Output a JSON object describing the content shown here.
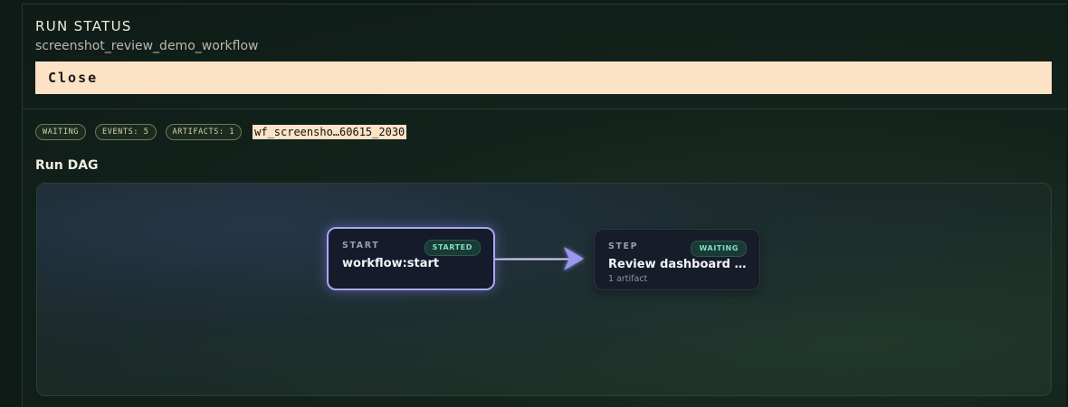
{
  "panel": {
    "title": "RUN STATUS",
    "workflow_name": "screenshot_review_demo_workflow",
    "close_label": "Close"
  },
  "badges": {
    "status": "WAITING",
    "events": "EVENTS: 5",
    "artifacts": "ARTIFACTS: 1",
    "run_id": "wf_screensho…60615_2030"
  },
  "dag": {
    "title": "Run DAG",
    "nodes": [
      {
        "kind": "START",
        "label": "workflow:start",
        "status": "STARTED",
        "meta": ""
      },
      {
        "kind": "STEP",
        "label": "Review dashboard scre...",
        "status": "WAITING",
        "meta": "1 artifact"
      }
    ],
    "edge_color": "#a9a6f3"
  },
  "colors": {
    "accent": "#fde3c6",
    "badge_border": "#6d7a58",
    "status_pill_text": "#7ee0c0",
    "node_highlight": "#a9a6f3"
  }
}
